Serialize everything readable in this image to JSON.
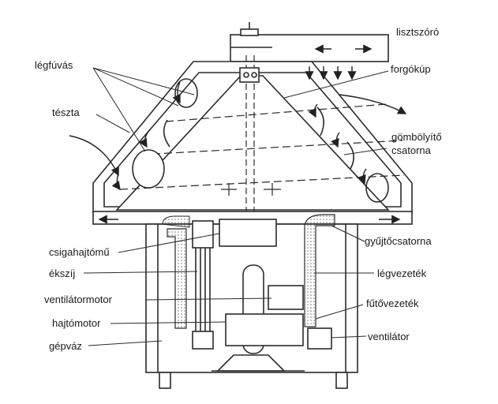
{
  "labels": {
    "lisztszoro": "lisztszóró",
    "legfuvas": "légfúvás",
    "forgokup": "forgókúp",
    "teszta": "tészta",
    "gombolyito_line1": "gömbölyítő",
    "gombolyito_line2": "csatorna",
    "csigahajtomu": "csigahajtómű",
    "gyujtocsatorna": "gyűjtőcsatorna",
    "ekszij": "ékszíj",
    "legvezetek": "légvezeték",
    "ventilatormotor": "ventilátormotor",
    "futovezetek": "fűtővezeték",
    "hajtomotor": "hajtómotor",
    "ventilator": "ventilátor",
    "gepvaz": "gépváz"
  },
  "colors": {
    "ink": "#2b2b2b",
    "paper": "#ffffff",
    "hatch": "#8a8a8a"
  }
}
